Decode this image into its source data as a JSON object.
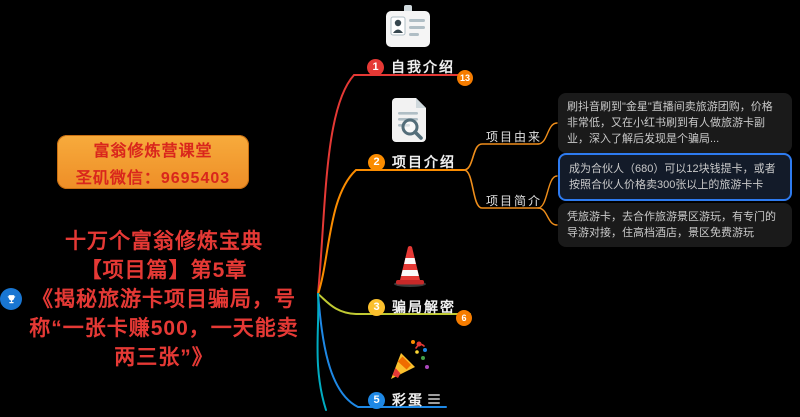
{
  "banner": {
    "line1": "富翁修炼营课堂",
    "line2": "圣矶微信：9695403"
  },
  "slogan": {
    "lines": [
      "十万个富翁修炼宝典",
      "【项目篇】第5章",
      "《揭秘旅游卡项目骗局，号",
      "称“一张卡赚500，一天能卖",
      "两三张”》"
    ]
  },
  "nodes": {
    "n1": {
      "num": "1",
      "label": "自我介绍",
      "badge": "13"
    },
    "n2": {
      "num": "2",
      "label": "项目介绍"
    },
    "n3": {
      "num": "3",
      "label": "骗局解密",
      "badge": "6"
    },
    "n5": {
      "num": "5",
      "label": "彩蛋"
    },
    "sub_origin": {
      "label": "项目由来"
    },
    "sub_intro": {
      "label": "项目简介"
    }
  },
  "boxes": {
    "origin": "刷抖音刷到\"金星\"直播间卖旅游团购，价格非常低，又在小红书刷到有人做旅游卡副业，深入了解后发现是个骗局...",
    "intro1": "成为合伙人（680）可以12块钱提卡，或者按照合伙人价格卖300张以上的旅游卡卡",
    "intro2": "凭旅游卡，去合作旅游景区游玩，有专门的导游对接，住高档酒店，景区免费游玩"
  },
  "colors": {
    "branch1": "#e53935",
    "branch2": "#fb8c00",
    "branch3": "#c0ca33",
    "branch5": "#1e88e5",
    "branch_hidden": "#00acc1",
    "badge": "#f57c00",
    "selection": "#2e7bf0",
    "banner_bg": "#f29d38",
    "red_text": "#e53935"
  }
}
